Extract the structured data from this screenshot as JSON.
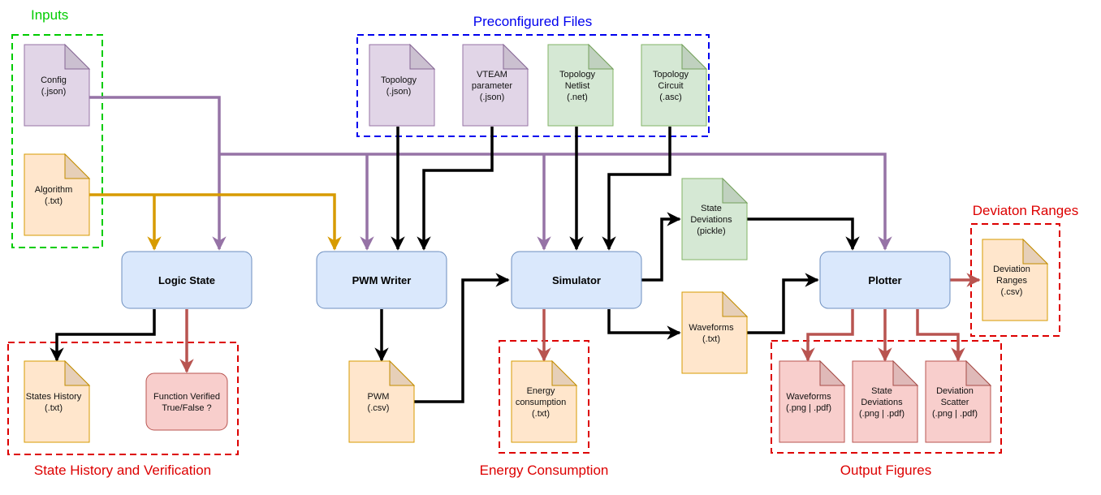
{
  "colors": {
    "green": "#00cc00",
    "blue": "#0000ee",
    "red": "#dd0000",
    "purple": "#9673a6",
    "gold": "#d79b00",
    "darkred": "#b85450",
    "black": "#000000",
    "process_fill": "#dae8fc",
    "process_stroke": "#6c8ebf"
  },
  "groups": {
    "inputs": "Inputs",
    "preconfigured": "Preconfigured Files",
    "state_history": "State History and Verification",
    "energy": "Energy Consumption",
    "output_figures": "Output Figures",
    "deviation_ranges": "Deviaton Ranges"
  },
  "processes": {
    "logic_state": "Logic State",
    "pwm_writer": "PWM Writer",
    "simulator": "Simulator",
    "plotter": "Plotter"
  },
  "files": {
    "config": [
      "Config",
      "(.json)"
    ],
    "algorithm": [
      "Algorithm",
      "(.txt)"
    ],
    "topology_json": [
      "Topology",
      "(.json)"
    ],
    "vteam": [
      "VTEAM",
      "parameter",
      "(.json)"
    ],
    "netlist": [
      "Topology",
      "Netlist",
      "(.net)"
    ],
    "circuit": [
      "Topology",
      "Circuit",
      "(.asc)"
    ],
    "state_deviations_pickle": [
      "State",
      "Deviations",
      "(pickle)"
    ],
    "waveforms_txt": [
      "Waveforms",
      "(.txt)"
    ],
    "deviation_ranges_csv": [
      "Deviation",
      "Ranges",
      "(.csv)"
    ],
    "states_history": [
      "States History",
      "(.txt)"
    ],
    "pwm_csv": [
      "PWM",
      "(.csv)"
    ],
    "energy_txt": [
      "Energy",
      "consumption",
      "(.txt)"
    ],
    "waveforms_fig": [
      "Waveforms",
      "(.png | .pdf)"
    ],
    "state_dev_fig": [
      "State",
      "Deviations",
      "(.png | .pdf)"
    ],
    "deviation_scatter": [
      "Deviation",
      "Scatter",
      "(.png | .pdf)"
    ]
  },
  "decision": {
    "function_verified": [
      "Function Verified",
      "True/False ?"
    ]
  }
}
